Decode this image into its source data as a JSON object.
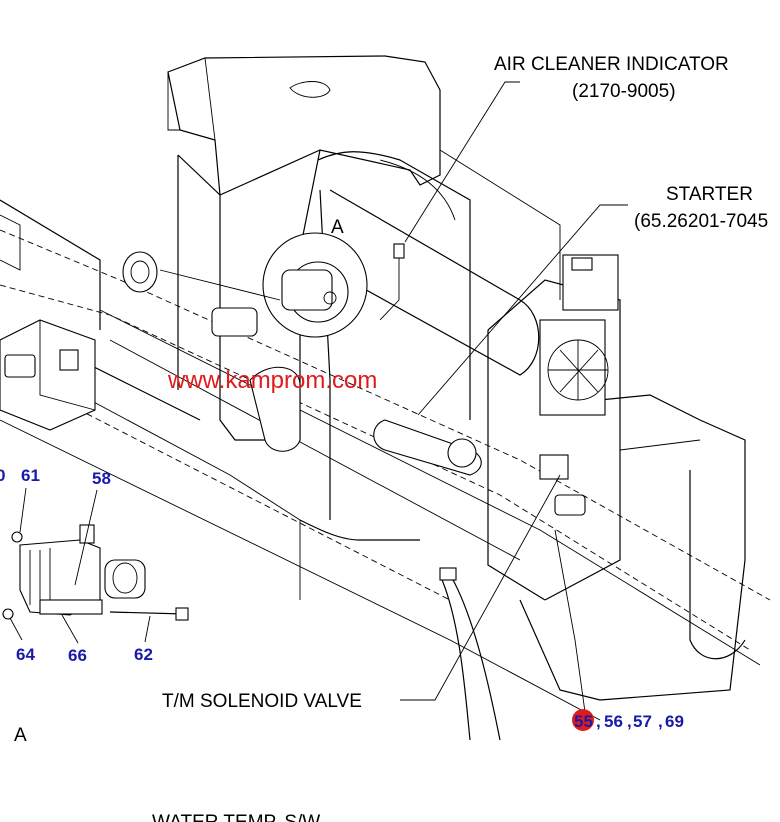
{
  "labels": {
    "air_cleaner_indicator": "AIR CLEANER INDICATOR",
    "air_cleaner_part": "(2170-9005)",
    "starter": "STARTER",
    "starter_part": "(65.26201-7045",
    "view_a_top": "A",
    "view_a_bottom": "A",
    "tm_solenoid_valve": "T/M SOLENOID VALVE",
    "water_temp_sw": "WATER TEMP. S/W"
  },
  "watermark": "www.kamprom.com",
  "callouts": {
    "c60": "0",
    "c61": "61",
    "c58": "58",
    "c64": "64",
    "c66": "66",
    "c62": "62",
    "c55": "55",
    "sep1": ",",
    "c56": "56",
    "sep2": ",",
    "c57": "57",
    "sep3": ",",
    "c69": "69"
  },
  "colors": {
    "callout_blue": "#1a1aa8",
    "watermark_red": "#e01b1b",
    "highlight_red": "#e01b1b"
  }
}
